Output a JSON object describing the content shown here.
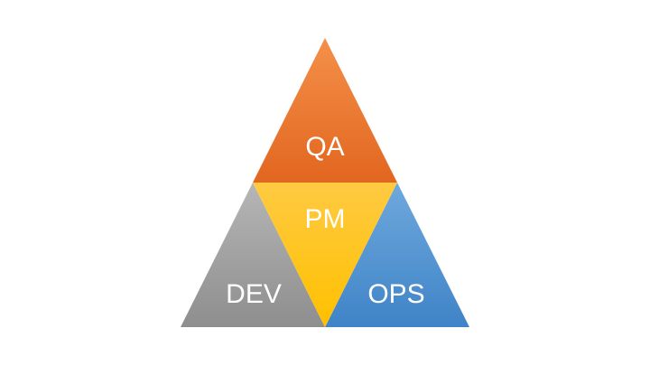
{
  "segments": {
    "qa": {
      "label": "QA",
      "colors": {
        "top": "#F4904A",
        "bottom": "#E2661F"
      }
    },
    "pm": {
      "label": "PM",
      "colors": {
        "top": "#FFCA42",
        "bottom": "#FFC000"
      }
    },
    "dev": {
      "label": "DEV",
      "colors": {
        "top": "#B6B6B6",
        "bottom": "#8E8E8E"
      }
    },
    "ops": {
      "label": "OPS",
      "colors": {
        "top": "#6FA8DC",
        "bottom": "#3F84C8"
      }
    }
  }
}
